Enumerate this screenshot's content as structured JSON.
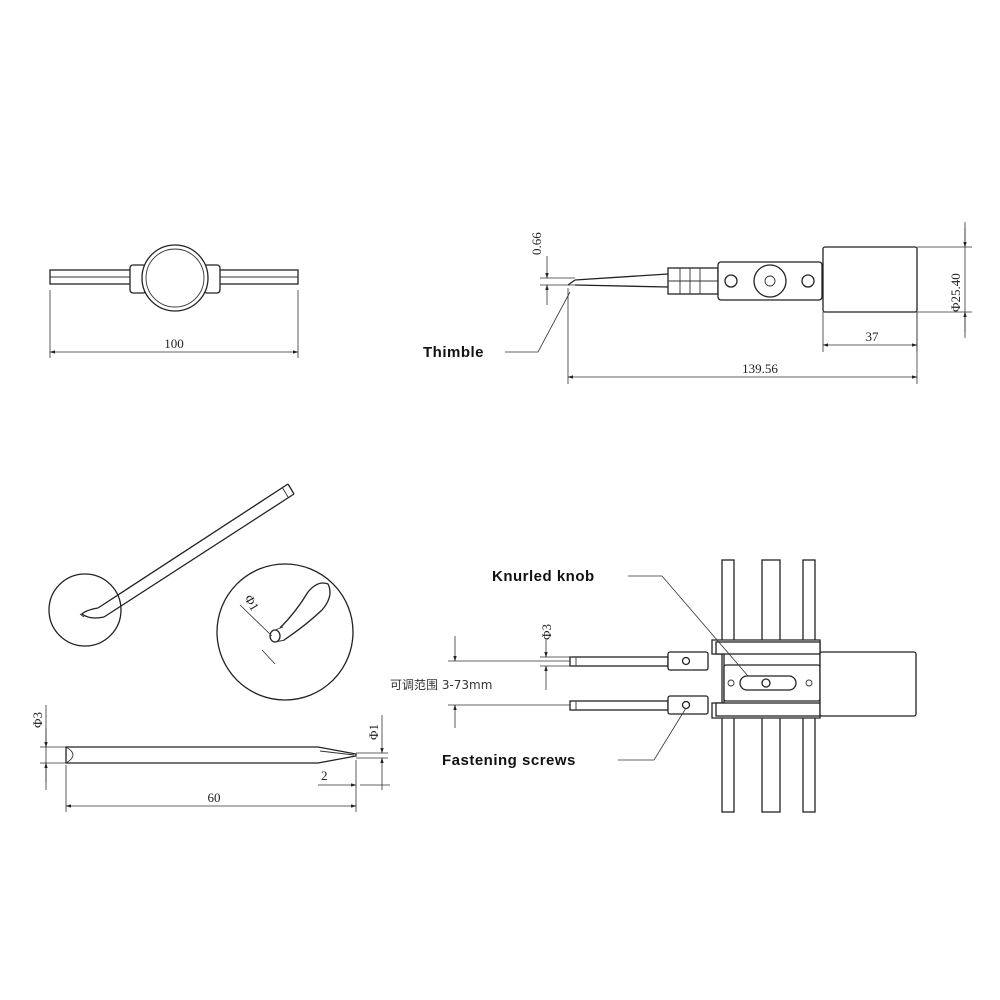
{
  "dimensions": {
    "width_100": "100",
    "thickness_066": "0.66",
    "diameter_2540": "Φ25.40",
    "length_37": "37",
    "length_13956": "139.56",
    "diameter_3_needle": "Φ3",
    "diameter_1_detail": "Φ1",
    "diameter_1_tip": "Φ1",
    "length_2": "2",
    "length_60": "60",
    "diameter_3_holder": "Φ3",
    "adjust_range": "可调范围 3-73mm"
  },
  "callouts": {
    "thimble": "Thimble",
    "knurled_knob": "Knurled knob",
    "fastening_screws": "Fastening screws"
  }
}
